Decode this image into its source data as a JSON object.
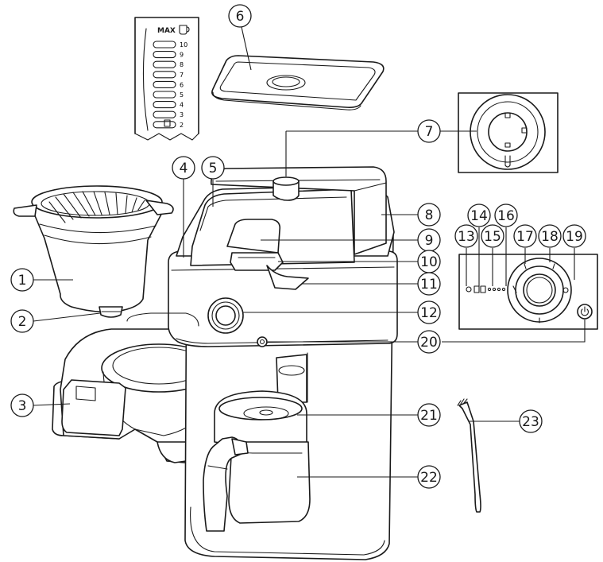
{
  "callouts": [
    {
      "id": "1",
      "label": "1"
    },
    {
      "id": "2",
      "label": "2"
    },
    {
      "id": "3",
      "label": "3"
    },
    {
      "id": "4",
      "label": "4"
    },
    {
      "id": "5",
      "label": "5"
    },
    {
      "id": "6",
      "label": "6"
    },
    {
      "id": "7",
      "label": "7"
    },
    {
      "id": "8",
      "label": "8"
    },
    {
      "id": "9",
      "label": "9"
    },
    {
      "id": "10",
      "label": "10"
    },
    {
      "id": "11",
      "label": "11"
    },
    {
      "id": "12",
      "label": "12"
    },
    {
      "id": "13",
      "label": "13"
    },
    {
      "id": "14",
      "label": "14"
    },
    {
      "id": "15",
      "label": "15"
    },
    {
      "id": "16",
      "label": "16"
    },
    {
      "id": "17",
      "label": "17"
    },
    {
      "id": "18",
      "label": "18"
    },
    {
      "id": "19",
      "label": "19"
    },
    {
      "id": "20",
      "label": "20"
    },
    {
      "id": "21",
      "label": "21"
    },
    {
      "id": "22",
      "label": "22"
    },
    {
      "id": "23",
      "label": "23"
    }
  ],
  "water_scale": {
    "max_label": "MAX",
    "marks": [
      "10",
      "9",
      "8",
      "7",
      "6",
      "5",
      "4",
      "3",
      "2"
    ]
  }
}
